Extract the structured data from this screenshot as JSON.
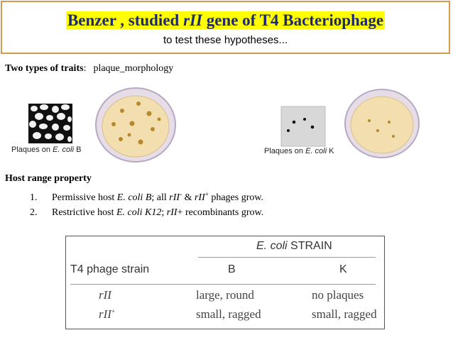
{
  "header": {
    "title_prefix": "Benzer , studied ",
    "title_gene": "rII",
    "title_suffix": " gene of T4 Bacteriophage",
    "subtitle": "to test these hypotheses..."
  },
  "traits": {
    "label": "Two types of traits",
    "colon": ":",
    "value": "plaque_morphology"
  },
  "figures": {
    "left_caption_prefix": "Plaques on ",
    "left_caption_italic": "E. coli",
    "left_caption_suffix": " B",
    "right_caption_prefix": "Plaques on ",
    "right_caption_italic": "E. coli",
    "right_caption_suffix": " K"
  },
  "host_range": {
    "title": "Host range property",
    "items": [
      {
        "num": "1.",
        "a": "Permissive host ",
        "host": "E. coli B",
        "b": "; all ",
        "g1": "rII",
        "sup1": "-",
        "c": " & ",
        "g2": "rII",
        "sup2": "+",
        "d": " phages grow."
      },
      {
        "num": "2.",
        "a": "Restrictive host ",
        "host": "E. coli K12",
        "b": ";  ",
        "g1": "rII",
        "c": "+ recombinants grow."
      }
    ]
  },
  "table": {
    "strain_header_italic": "E. coli",
    "strain_header_rest": " STRAIN",
    "row_header": "T4 phage strain",
    "col_b": "B",
    "col_k": "K",
    "rows": [
      {
        "strain": "rII",
        "sup": "",
        "b": "large, round",
        "k": "no plaques"
      },
      {
        "strain": "rII",
        "sup": "+",
        "b": "small, ragged",
        "k": "small, ragged"
      }
    ]
  }
}
